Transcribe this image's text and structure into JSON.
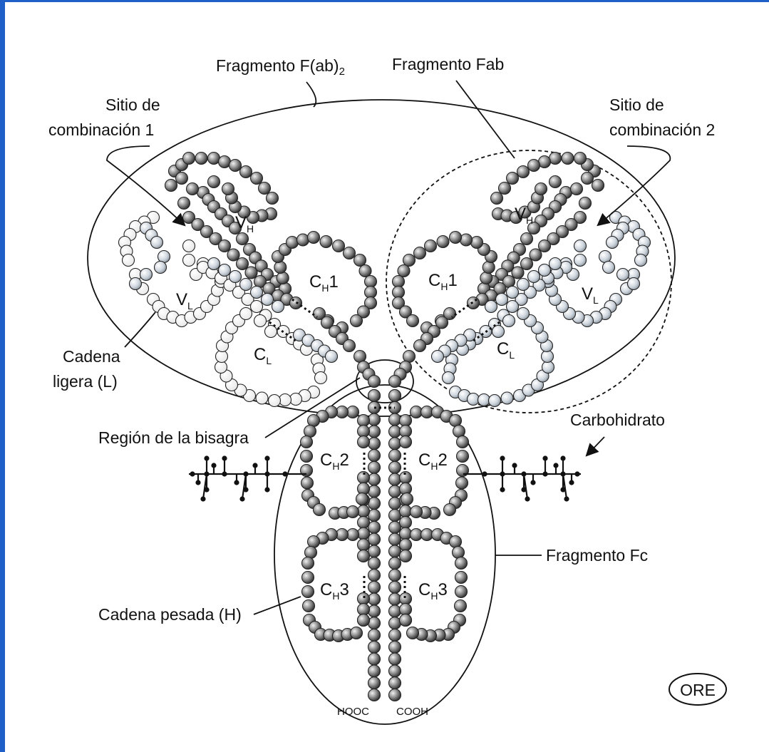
{
  "labels": {
    "fab2": "Fragmento F(ab)",
    "fab2_sub": "2",
    "fab": "Fragmento Fab",
    "site1_l1": "Sitio de",
    "site1_l2": "combinación 1",
    "site2_l1": "Sitio de",
    "site2_l2": "combinación 2",
    "light_l1": "Cadena",
    "light_l2": "ligera (L)",
    "hinge": "Región de la bisagra",
    "carb": "Carbohidrato",
    "fc": "Fragmento Fc",
    "heavy": "Cadena pesada (H)",
    "hooc": "HOOC",
    "cooh": "COOH",
    "logo": "ORE"
  },
  "domains": {
    "vh": {
      "main": "V",
      "sub": "H"
    },
    "vl": {
      "main": "V",
      "sub": "L"
    },
    "ch1": {
      "main": "C",
      "sub": "H",
      "num": "1"
    },
    "cl": {
      "main": "C",
      "sub": "L"
    },
    "ch2": {
      "main": "C",
      "sub": "H",
      "num": "2"
    },
    "ch3": {
      "main": "C",
      "sub": "H",
      "num": "3"
    }
  },
  "colors": {
    "frame": "#1f5fc8",
    "heavy_bead": "#5a5a5a",
    "light_bead": "#c9d0d8",
    "ink": "#111111"
  }
}
